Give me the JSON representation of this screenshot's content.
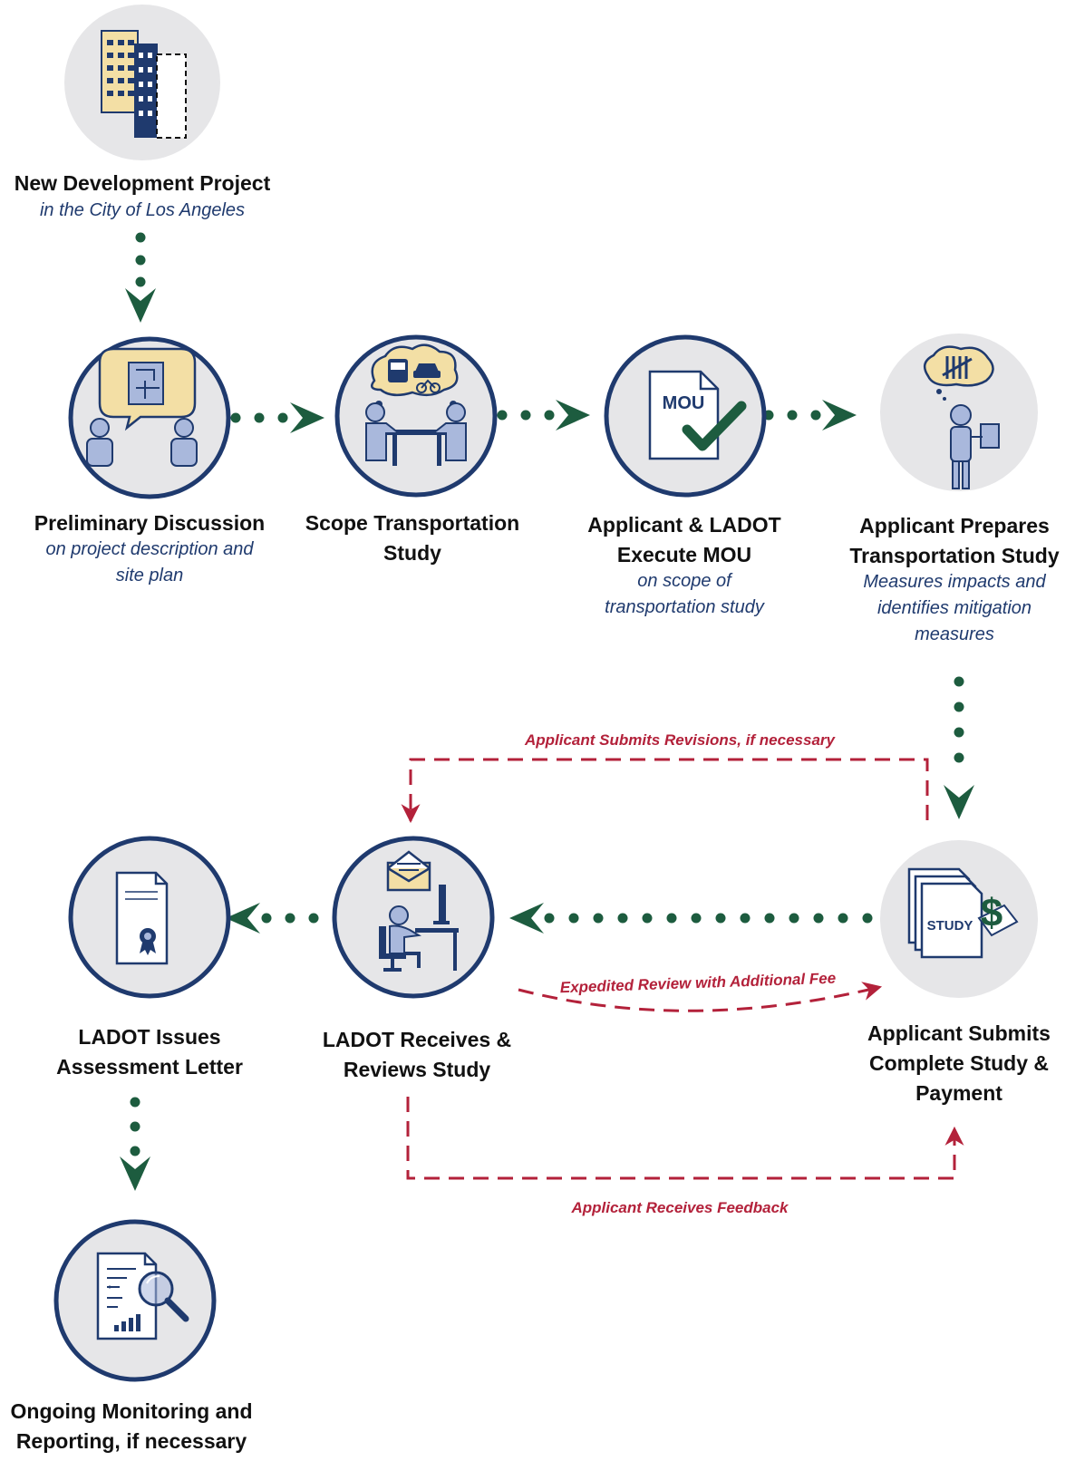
{
  "steps": {
    "new_project": {
      "title": [
        "New Development Project"
      ],
      "subtitle": [
        "in the City of Los Angeles"
      ]
    },
    "preliminary": {
      "title": [
        "Preliminary Discussion"
      ],
      "subtitle": [
        "on project description and",
        "site plan"
      ]
    },
    "scope": {
      "title": [
        "Scope Transportation",
        "Study"
      ],
      "subtitle": []
    },
    "mou": {
      "title": [
        "Applicant & LADOT",
        "Execute MOU"
      ],
      "subtitle": [
        "on scope of",
        "transportation study"
      ]
    },
    "prepares": {
      "title": [
        "Applicant Prepares",
        "Transportation Study"
      ],
      "subtitle": [
        "Measures impacts and",
        "identifies mitigation",
        "measures"
      ]
    },
    "submits": {
      "title": [
        "Applicant Submits",
        "Complete Study &",
        "Payment"
      ],
      "subtitle": []
    },
    "reviews": {
      "title": [
        "LADOT Receives &",
        "Reviews Study"
      ],
      "subtitle": []
    },
    "assessment": {
      "title": [
        "LADOT Issues",
        "Assessment Letter"
      ],
      "subtitle": []
    },
    "monitoring": {
      "title": [
        "Ongoing Monitoring and",
        "Reporting, if necessary"
      ],
      "subtitle": []
    }
  },
  "loops": {
    "revisions": "Applicant Submits Revisions, if necessary",
    "expedited": "Expedited Review with Additional Fee",
    "feedback": "Applicant Receives Feedback"
  },
  "icon_text": {
    "mou": "MOU",
    "study": "STUDY",
    "dollar": "$"
  },
  "colors": {
    "navy": "#1f3a6e",
    "green": "#1d5c3f",
    "red": "#b3213a",
    "circle_fill": "#e6e6e8",
    "tan": "#f3dfa5",
    "light_blue": "#a9b8dc"
  },
  "icons": {
    "new_project": "buildings-icon",
    "preliminary": "discussion-icon",
    "scope": "meeting-table-icon",
    "mou": "mou-document-check-icon",
    "prepares": "person-clipboard-icon",
    "submits": "study-payment-icon",
    "reviews": "computer-workstation-icon",
    "assessment": "certificate-icon",
    "monitoring": "report-magnifier-icon"
  }
}
